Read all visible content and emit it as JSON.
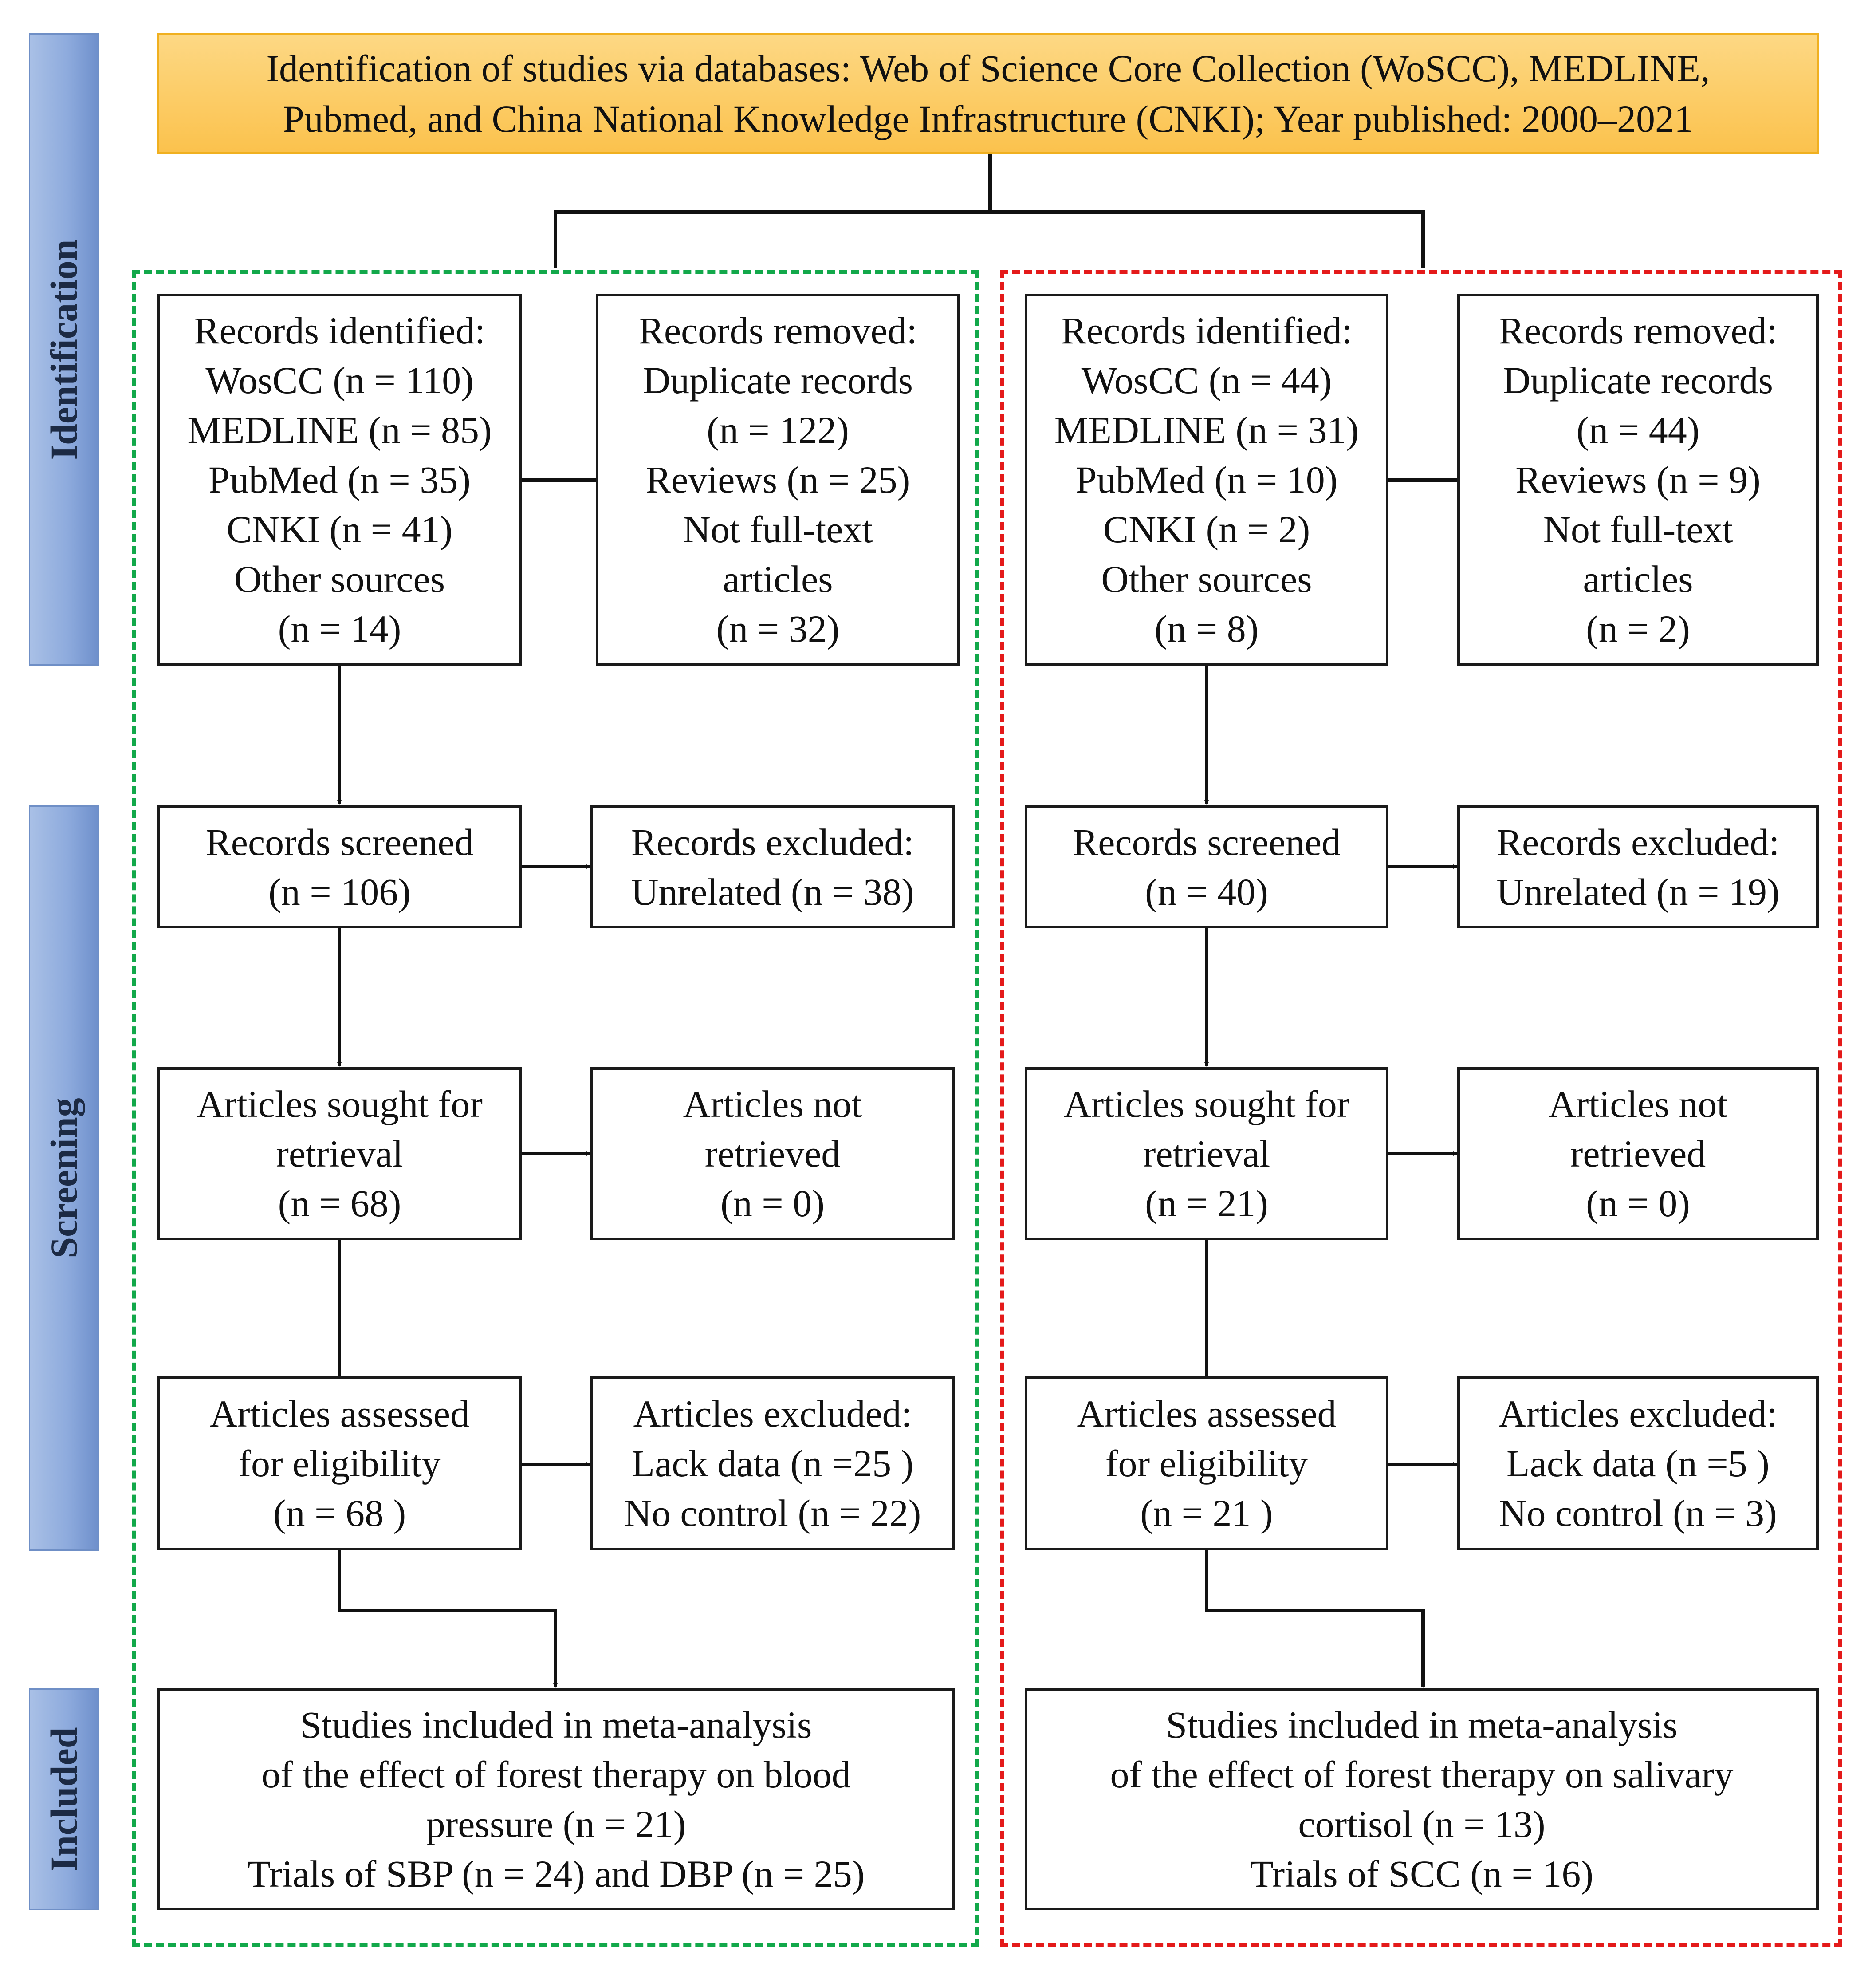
{
  "header": {
    "lines": [
      "Identification of studies via databases: Web of Science Core Collection (WoSCC), MEDLINE,",
      "Pubmed, and China National Knowledge Infrastructure (CNKI); Year published: 2000–2021"
    ]
  },
  "stages": {
    "identification": "Identification",
    "screening": "Screening",
    "included": "Included"
  },
  "colors": {
    "left_panel_border": "#12a84a",
    "right_panel_border": "#e41a1a",
    "header_fill": "#fbc24d",
    "stage_fill": "#8eabdd"
  },
  "left": {
    "identified": [
      "Records identified:",
      "WosCC (n = 110)",
      "MEDLINE (n = 85)",
      "PubMed (n = 35)",
      "CNKI (n = 41)",
      "Other sources",
      "(n = 14)"
    ],
    "removed": [
      "Records removed:",
      "Duplicate records",
      "(n = 122)",
      "Reviews (n = 25)",
      "Not full-text",
      "articles",
      "(n = 32)"
    ],
    "screened": [
      "Records screened",
      "(n = 106)"
    ],
    "excluded": [
      "Records excluded:",
      "Unrelated (n = 38)"
    ],
    "sought": [
      "Articles sought for",
      "retrieval",
      "(n = 68)"
    ],
    "not_retrieved": [
      "Articles not",
      "retrieved",
      "(n = 0)"
    ],
    "assessed": [
      "Articles assessed",
      "for eligibility",
      "(n = 68 )"
    ],
    "art_excluded": [
      "Articles excluded:",
      "Lack data (n =25 )",
      "No control (n = 22)"
    ],
    "included": [
      "Studies included in meta-analysis",
      "of the effect of forest therapy on blood",
      "pressure (n = 21)",
      "Trials of SBP (n = 24) and DBP (n = 25)"
    ]
  },
  "right": {
    "identified": [
      "Records identified:",
      "WosCC (n = 44)",
      "MEDLINE (n = 31)",
      "PubMed (n = 10)",
      "CNKI (n = 2)",
      "Other sources",
      "(n = 8)"
    ],
    "removed": [
      "Records removed:",
      "Duplicate records",
      "(n = 44)",
      "Reviews (n = 9)",
      "Not full-text",
      "articles",
      "(n = 2)"
    ],
    "screened": [
      "Records screened",
      "(n = 40)"
    ],
    "excluded": [
      "Records excluded:",
      "Unrelated (n = 19)"
    ],
    "sought": [
      "Articles sought for",
      "retrieval",
      "(n = 21)"
    ],
    "not_retrieved": [
      "Articles not",
      "retrieved",
      "(n = 0)"
    ],
    "assessed": [
      "Articles assessed",
      "for eligibility",
      "(n = 21 )"
    ],
    "art_excluded": [
      "Articles excluded:",
      "Lack data (n =5 )",
      "No control (n = 3)"
    ],
    "included": [
      "Studies included in meta-analysis",
      "of the effect of forest therapy on salivary",
      "cortisol (n = 13)",
      "Trials of SCC (n = 16)"
    ]
  }
}
